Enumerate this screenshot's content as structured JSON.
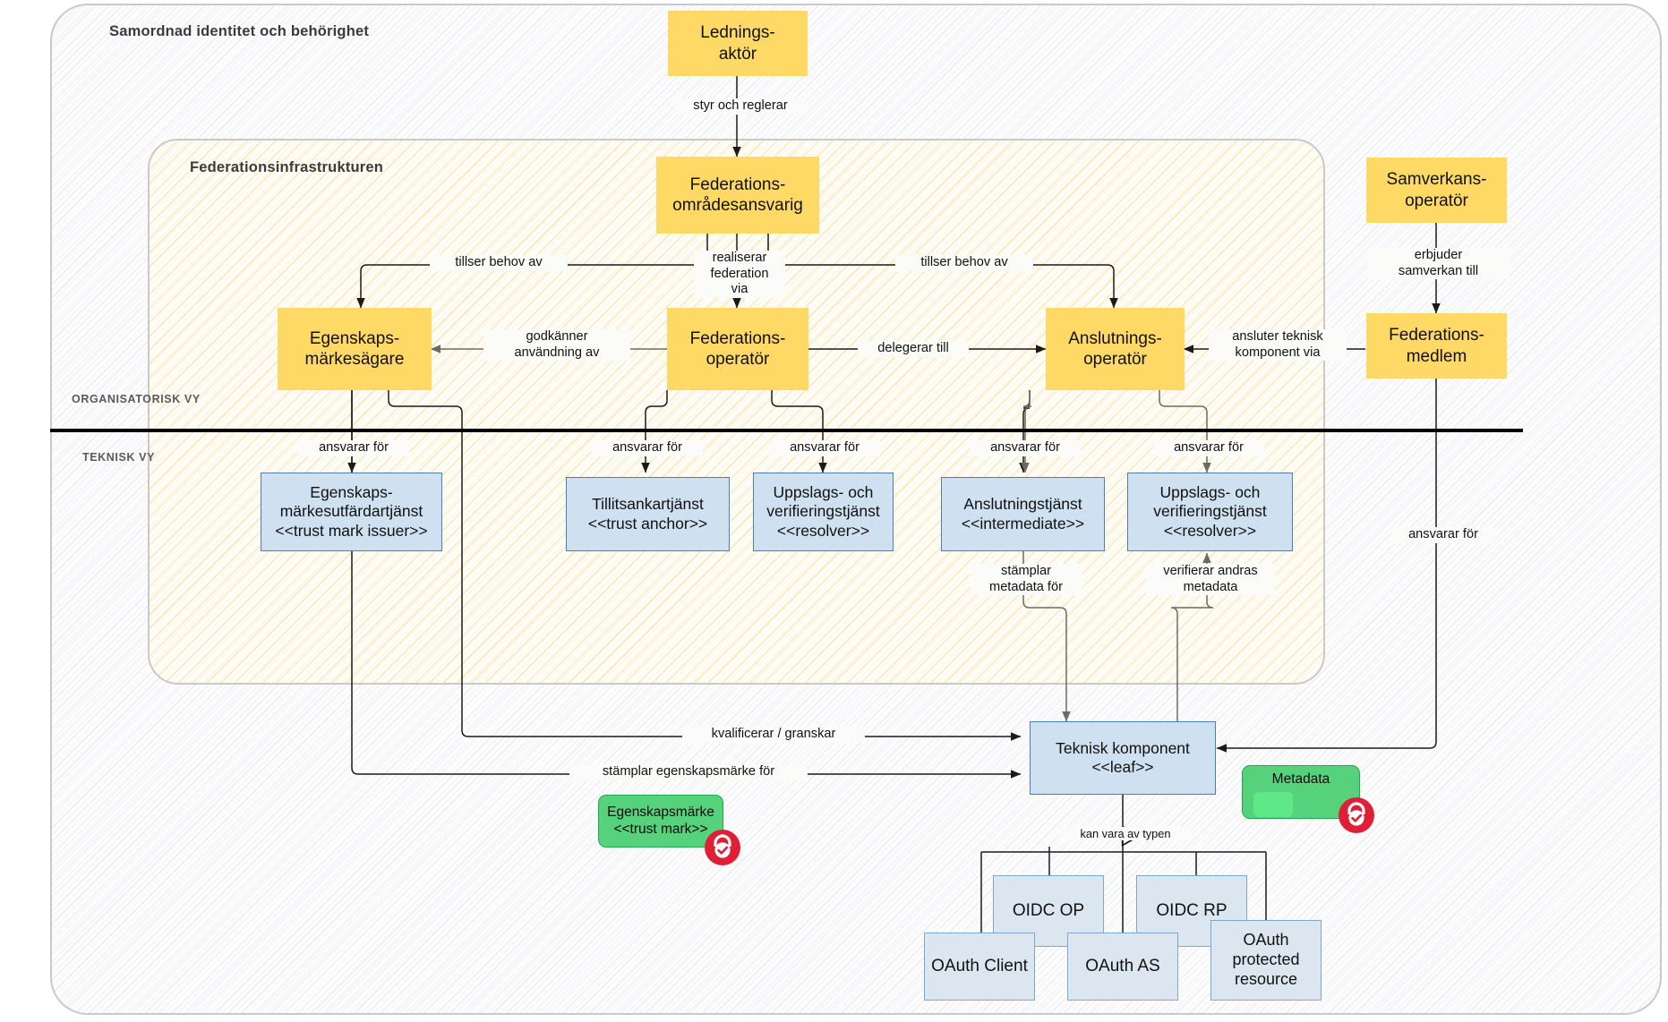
{
  "zones": {
    "outer_title": "Samordnad identitet och behörighet",
    "federation_title": "Federationsinfrastrukturen"
  },
  "view_labels": {
    "organizational": "ORGANISATORISK VY",
    "technical": "TEKNISK VY"
  },
  "colors": {
    "org_box": "#ffd966",
    "tech_box": "#cfe0f0",
    "tech_border": "#4a7fb5",
    "plain_box": "#dce6f1",
    "green_box": "#57d27c",
    "seal": "#e01f36",
    "divider": "#000000"
  },
  "org_nodes": {
    "ledningsaktor": "Lednings-\naktör",
    "federationsomradesansvarig": "Federations-\nområdesansvarig",
    "egenskapsmarkesagare": "Egenskaps-\nmärkesägare",
    "federationsoperator": "Federations-\noperatör",
    "anslutningsoperator": "Anslutnings-\noperatör",
    "samverkansoperator": "Samverkans-\noperatör",
    "federationsmedlem": "Federations-\nmedlem"
  },
  "tech_nodes": {
    "trust_mark_issuer": "Egenskaps-\nmärkesutfärdartjänst\n<<trust mark issuer>>",
    "trust_anchor": "Tillitsankartjänst\n<<trust anchor>>",
    "resolver_left": "Uppslags- och\nverifieringstjänst\n<<resolver>>",
    "intermediate": "Anslutningstjänst\n<<intermediate>>",
    "resolver_right": "Uppslags- och\nverifieringstjänst\n<<resolver>>",
    "leaf": "Teknisk komponent\n<<leaf>>"
  },
  "artifacts": {
    "trust_mark": "Egenskapsmärke\n<<trust mark>>",
    "metadata": "Metadata"
  },
  "leaf_types": {
    "caption": "kan vara av typen",
    "items": [
      "OIDC OP",
      "OIDC RP",
      "OAuth Client",
      "OAuth AS",
      "OAuth\nprotected\nresource"
    ]
  },
  "edge_labels": {
    "styr_och_reglerar": "styr och reglerar",
    "realiserar_federation_via": "realiserar\nfederation\nvia",
    "tillser_behov_av_left": "tillser behov av",
    "tillser_behov_av_right": "tillser behov av",
    "godkanner_anvandning_av": "godkänner\nanvändning av",
    "delegerar_till": "delegerar till",
    "ansluter_teknisk_komponent_via": "ansluter teknisk\nkomponent via",
    "erbjuder_samverkan_till": "erbjuder\nsamverkan till",
    "ansvarar_for_1": "ansvarar för",
    "ansvarar_for_2": "ansvarar för",
    "ansvarar_for_3": "ansvarar för",
    "ansvarar_for_4": "ansvarar för",
    "ansvarar_for_5": "ansvarar för",
    "ansvarar_for_6": "ansvarar för",
    "stamplar_metadata_for": "stämplar\nmetadata för",
    "verifierar_andras_metadata": "verifierar andras\nmetadata",
    "kvalificerar_granskar": "kvalificerar / granskar",
    "stamplar_egenskapsmarke_for": "stämplar egenskapsmärke för"
  }
}
